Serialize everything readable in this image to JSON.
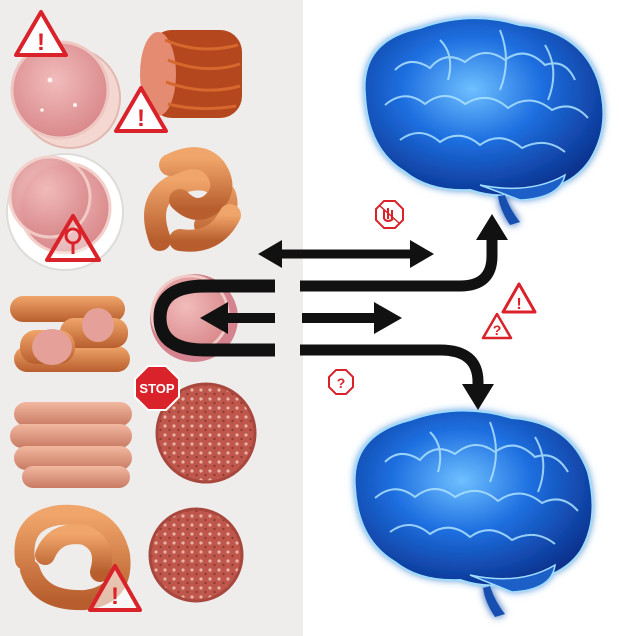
{
  "scene": {
    "left_panel": "processed meats",
    "right_panel": "brains",
    "colors": {
      "left_bg": "#eeedeb",
      "right_bg": "#ffffff",
      "warning_red": "#d9222a",
      "arrow": "#111111",
      "brain_blue": "#1e6fe0",
      "brain_glow": "#8fd0ff",
      "meat_pink": "#e6a3a3",
      "sausage": "#d9834f",
      "patty": "#c25a4e"
    }
  },
  "signs": {
    "stop_label": "STOP",
    "question_mark": "?",
    "exclamation": "!"
  },
  "icons": [
    "warning-triangle-icon",
    "stop-sign-icon",
    "question-badge-icon",
    "no-hand-icon"
  ]
}
